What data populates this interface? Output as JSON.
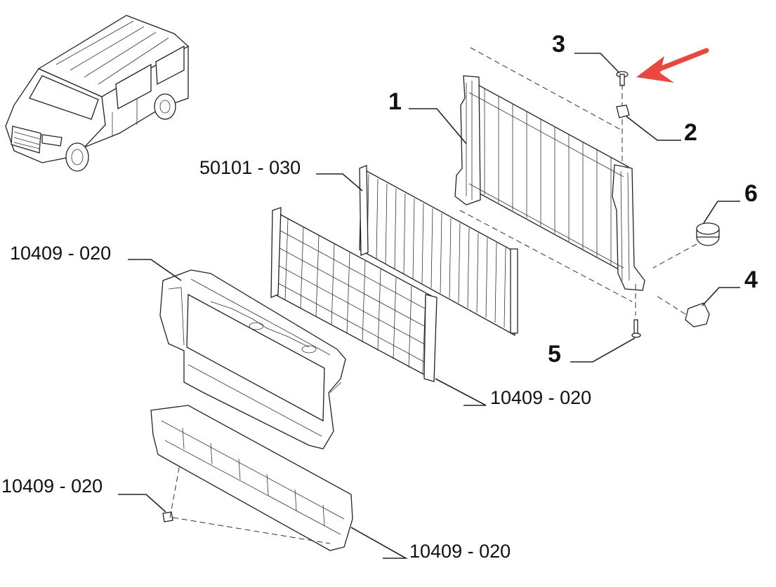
{
  "callouts": {
    "n1": "1",
    "n2": "2",
    "n3": "3",
    "n4": "4",
    "n5": "5",
    "n6": "6",
    "condenser_code": "50101 - 030",
    "left_frame_code": "10409 - 020",
    "grille_code": "10409 - 020",
    "clip_code": "10409 - 020",
    "lower_deflector_code": "10409 - 020"
  },
  "colors": {
    "arrow": "#e8483f",
    "line": "#222222",
    "background": "#ffffff"
  },
  "icons": {
    "vehicle": "van-thumbnail",
    "highlight": "red-arrow"
  }
}
